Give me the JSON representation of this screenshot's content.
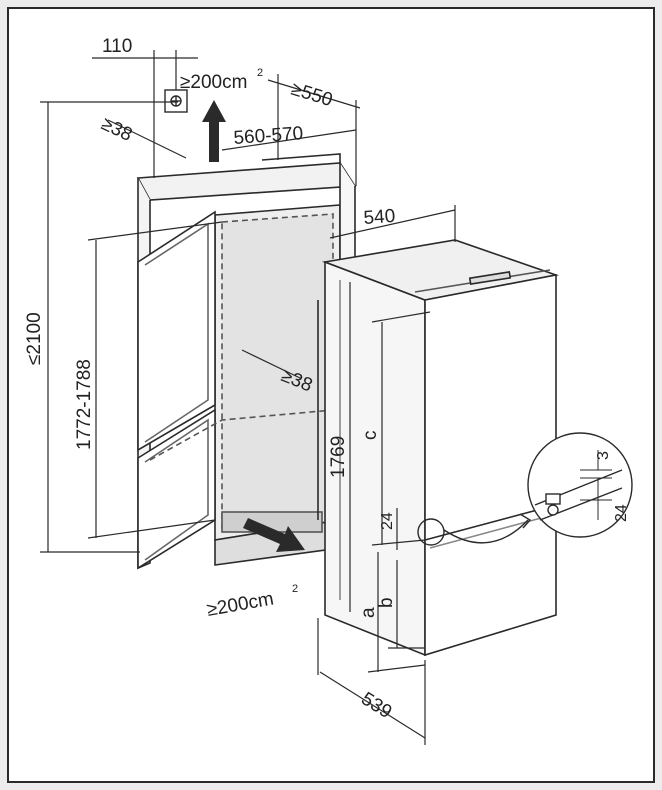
{
  "colors": {
    "background": "#ececec",
    "paper": "#ffffff",
    "line": "#2a2a2a",
    "wall": "#f4f4f4",
    "shade": "#d6d6d6",
    "text": "#222222"
  },
  "labels": {
    "dim_110": "110",
    "vent_top": "≥200cm",
    "vent_top_sup": "2",
    "dim_550": "≥550",
    "dim_38_top": "≥38",
    "dim_560_570": "560-570",
    "dim_2100": "≤2100",
    "dim_1772_1788": "1772-1788",
    "dim_540": "540",
    "dim_38_mid": "≥38",
    "dim_1769": "1769",
    "dim_c": "c",
    "dim_3": "3",
    "dim_24_detail": "24",
    "dim_24_front": "24",
    "dim_b": "b",
    "dim_a": "a",
    "vent_bottom": "≥200cm",
    "vent_bottom_sup": "2",
    "dim_539": "539"
  },
  "icons": {
    "air_arrow_up": "arrow-up-icon",
    "air_arrow_in": "arrow-right-icon",
    "vent": "vent-icon"
  }
}
